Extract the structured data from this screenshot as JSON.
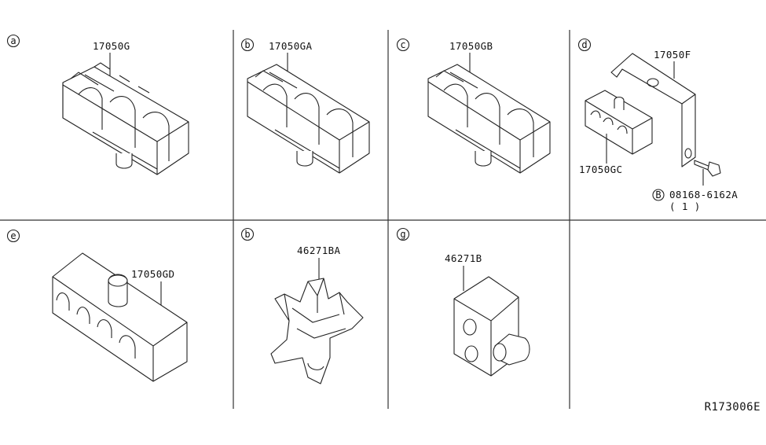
{
  "panels": [
    {
      "marker": "a",
      "parts": [
        "17050G"
      ]
    },
    {
      "marker": "b",
      "parts": [
        "17050GA"
      ]
    },
    {
      "marker": "c",
      "parts": [
        "17050GB"
      ]
    },
    {
      "marker": "d",
      "parts": [
        "17050F",
        "17050GC"
      ],
      "bolt": {
        "marker": "B",
        "number": "08168-6162A",
        "qty": "( 1 )"
      }
    },
    {
      "marker": "e",
      "parts": [
        "17050GD"
      ]
    },
    {
      "marker": "b",
      "parts": [
        "46271BA"
      ]
    },
    {
      "marker": "g",
      "parts": [
        "46271B"
      ]
    }
  ],
  "diagram_id": "R173006E"
}
